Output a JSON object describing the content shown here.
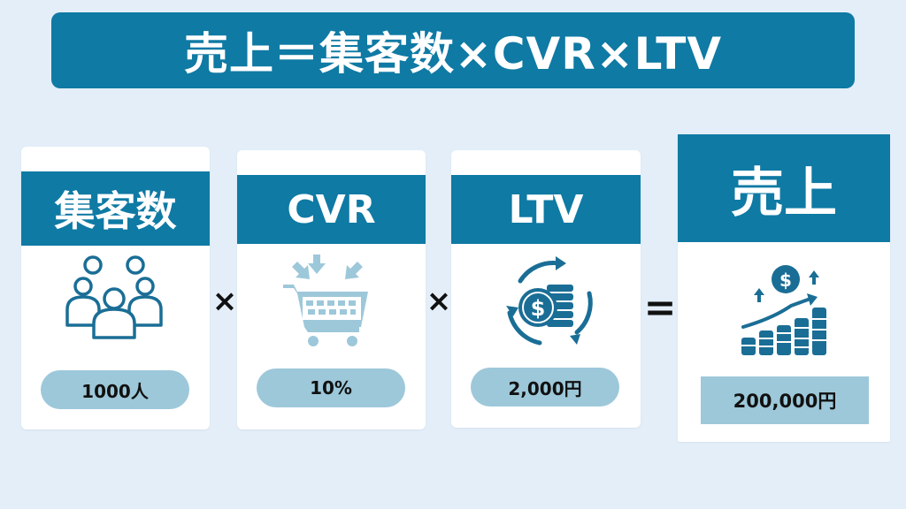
{
  "title": "売上＝集客数×CVR×LTV",
  "cards": [
    {
      "label": "集客数",
      "value": "1000人",
      "icon": "people-group-icon"
    },
    {
      "label": "CVR",
      "value": "10%",
      "icon": "shopping-cart-icon"
    },
    {
      "label": "LTV",
      "value": "2,000円",
      "icon": "coin-cycle-icon"
    },
    {
      "label": "売上",
      "value": "200,000円",
      "icon": "growth-chart-icon"
    }
  ],
  "operators": {
    "times": "×",
    "equals": "="
  },
  "colors": {
    "accent": "#0f7aa4",
    "value_bg": "#9dc8da",
    "background": "#e3eef9",
    "icon": "#1a6e96"
  }
}
